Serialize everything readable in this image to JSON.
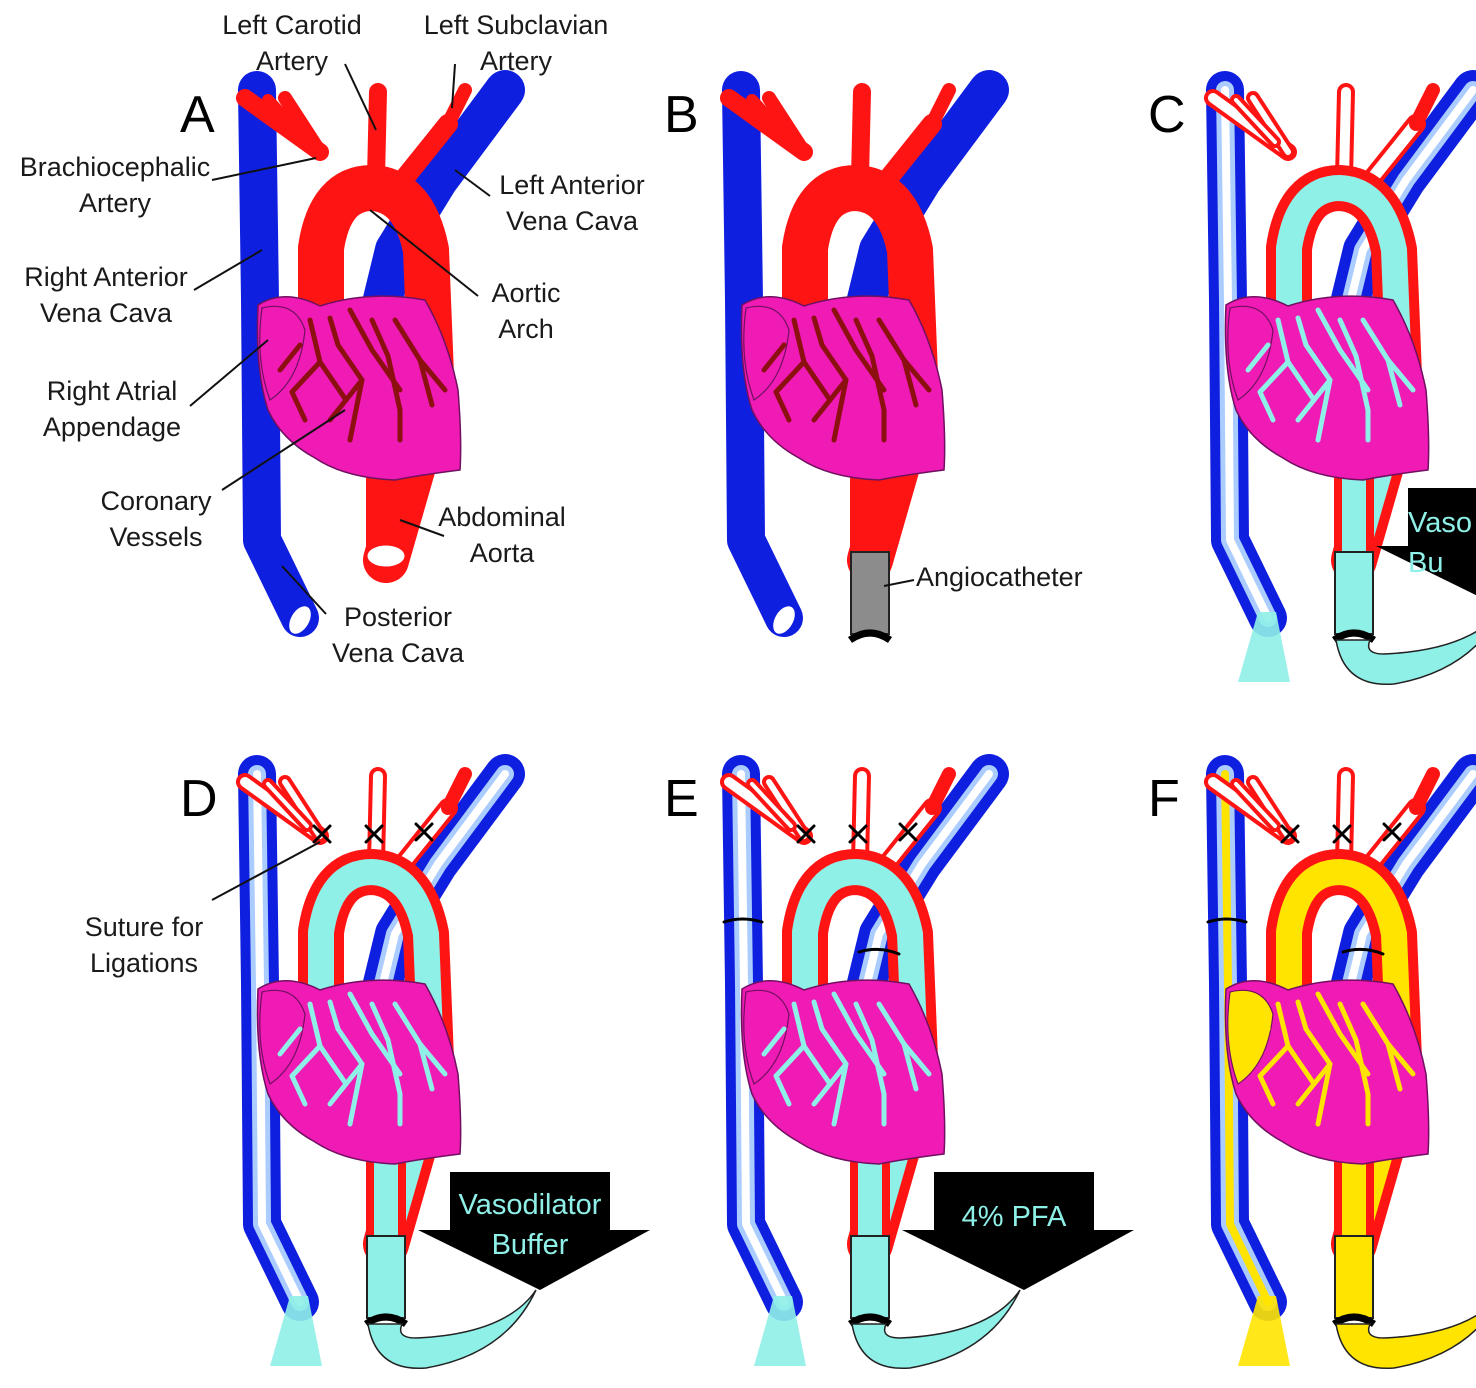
{
  "panels": [
    {
      "letter": "A",
      "state": "anatomy"
    },
    {
      "letter": "B",
      "state": "cannulated"
    },
    {
      "letter": "C",
      "state": "vasodilator"
    },
    {
      "letter": "D",
      "state": "ligated"
    },
    {
      "letter": "E",
      "state": "fixative"
    },
    {
      "letter": "F",
      "state": "fixed"
    }
  ],
  "labels": {
    "left_carotid": [
      "Left Carotid",
      "Artery"
    ],
    "left_subclavian": [
      "Left Subclavian",
      "Artery"
    ],
    "brachiocephalic": [
      "Brachiocephalic",
      "Artery"
    ],
    "left_anterior_vc": [
      "Left Anterior",
      "Vena Cava"
    ],
    "right_anterior_vc": [
      "Right Anterior",
      "Vena Cava"
    ],
    "aortic_arch": [
      "Aortic",
      "Arch"
    ],
    "right_atrial": [
      "Right Atrial",
      "Appendage"
    ],
    "coronary": [
      "Coronary",
      "Vessels"
    ],
    "abdominal_aorta": [
      "Abdominal",
      "Aorta"
    ],
    "posterior_vc": [
      "Posterior",
      "Vena Cava"
    ],
    "angiocatheter": "Angiocatheter",
    "suture": [
      "Suture for",
      "Ligations"
    ]
  },
  "buttons": {
    "c": [
      "Vaso",
      "Bu"
    ],
    "d": [
      "Vasodilator",
      "Buffer"
    ],
    "e": "4% PFA"
  },
  "colors": {
    "vein": "#0f1fe0",
    "artery": "#ff1414",
    "heart": "#f01ab4",
    "coronary": "#8c1010",
    "buffer": "#8ff0e8",
    "fixative": "#ffe400",
    "catheter": "#8c8c8c"
  }
}
